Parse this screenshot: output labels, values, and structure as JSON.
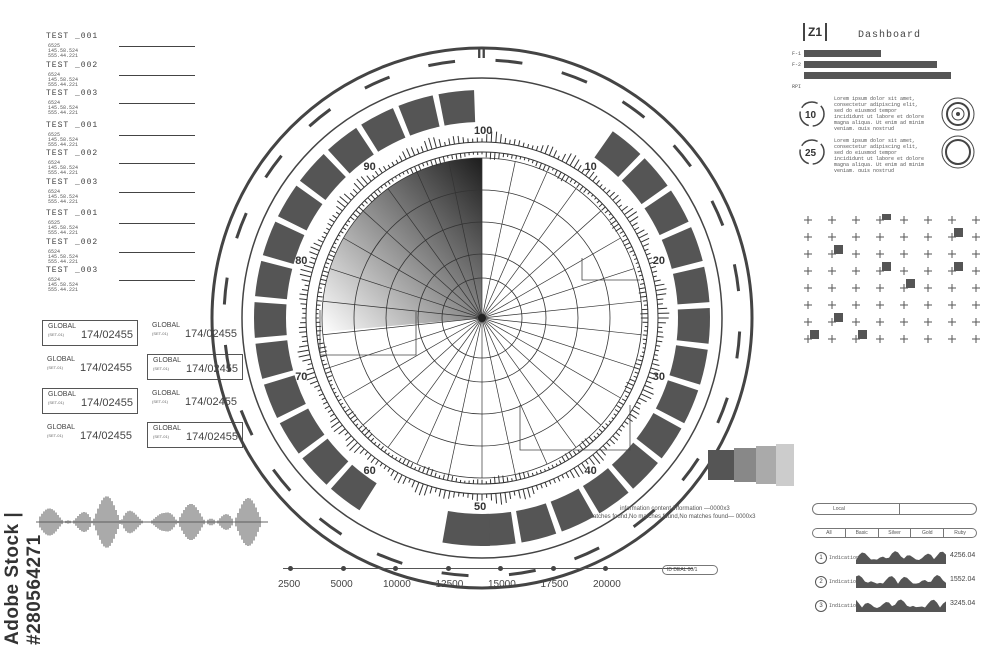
{
  "left_tests": [
    {
      "label": "TEST _001",
      "nums": [
        "6525",
        "145.58.524",
        "555.44.221"
      ]
    },
    {
      "label": "TEST _002",
      "nums": [
        "6524",
        "145.58.524",
        "555.44.221"
      ]
    },
    {
      "label": "TEST _003",
      "nums": [
        "6524",
        "145.58.524",
        "555.44.221"
      ]
    },
    {
      "label": "TEST _001",
      "nums": [
        "6525",
        "145.58.524",
        "555.44.221"
      ]
    },
    {
      "label": "TEST _002",
      "nums": [
        "6524",
        "145.58.524",
        "555.44.221"
      ]
    },
    {
      "label": "TEST _003",
      "nums": [
        "6524",
        "145.58.524",
        "555.44.221"
      ]
    },
    {
      "label": "TEST _001",
      "nums": [
        "6525",
        "145.58.524",
        "555.44.221"
      ]
    },
    {
      "label": "TEST _002",
      "nums": [
        "6524",
        "145.58.524",
        "555.44.221"
      ]
    },
    {
      "label": "TEST _003",
      "nums": [
        "6524",
        "145.58.524",
        "555.44.221"
      ]
    }
  ],
  "globals": [
    {
      "name": "GLOBAL",
      "sub": "(SET-01)",
      "value": "174/02455"
    },
    {
      "name": "GLOBAL",
      "sub": "(SET-01)",
      "value": "174/02455"
    },
    {
      "name": "GLOBAL",
      "sub": "(SET-01)",
      "value": "174/02455"
    },
    {
      "name": "GLOBAL",
      "sub": "(SET-01)",
      "value": "174/02455"
    },
    {
      "name": "GLOBAL",
      "sub": "(SET-01)",
      "value": "174/02455"
    },
    {
      "name": "GLOBAL",
      "sub": "(SET-01)",
      "value": "174/02455"
    },
    {
      "name": "GLOBAL",
      "sub": "(SET-01)",
      "value": "174/02455"
    },
    {
      "name": "GLOBAL",
      "sub": "(SET-01)",
      "value": "174/02455"
    }
  ],
  "watermark": "Adobe Stock | #280564271",
  "radar": {
    "labels": [
      "100",
      "10",
      "20",
      "30",
      "40",
      "50",
      "60",
      "70",
      "80",
      "90"
    ],
    "top_mark": "II",
    "mid_text": "information content information —0000x3",
    "mid_text2": "matches found,No matches found,No matches found— 0000x3"
  },
  "scale": {
    "ticks": [
      "2500",
      "5000",
      "10000",
      "12500",
      "15000",
      "17500",
      "20000"
    ],
    "id_label": "ID DEAL  00/1"
  },
  "right": {
    "badge": "Z1",
    "title": "Dashboard",
    "bars": [
      {
        "label": "F-1",
        "value": 0.48
      },
      {
        "label": "F-2",
        "value": 0.83
      },
      {
        "label": "",
        "value": 0.92
      },
      {
        "label": "RPI",
        "value": 0.0
      }
    ],
    "badge1": "10",
    "badge2": "25",
    "lorem1": "Lorem ipsum dolor sit amet, consectetur adipiscing elit, sed do eiusmod tempor incididunt ut labore et dolore magna aliqua. Ut enim ad minim veniam, quis nostrud exercitation ullamco laboris nisi ut aliquip ex ea commodo consequat.",
    "lorem2": "Lorem ipsum dolor sit amet, consectetur adipiscing elit, sed do eiusmod tempor incididunt ut labore et dolore magna aliqua. Ut enim ad minim veniam, quis nostrud exercitation ullamco laboris nisi ut aliquip ex ea commodo consequat.",
    "local_label": "Local",
    "tabs": [
      "All",
      "Basic",
      "Silver",
      "Gold",
      "Ruby"
    ],
    "indications": [
      {
        "num": "1",
        "label": "Indication",
        "value": "4256.04"
      },
      {
        "num": "2",
        "label": "Indication",
        "value": "1552.04"
      },
      {
        "num": "3",
        "label": "Indication",
        "value": "3245.04"
      }
    ]
  }
}
